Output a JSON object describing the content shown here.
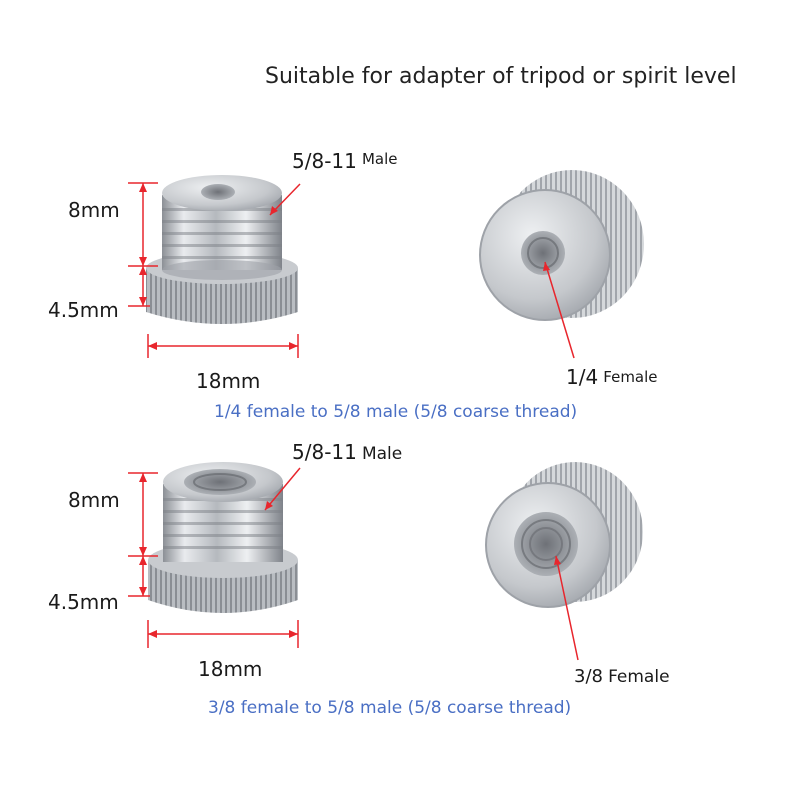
{
  "title": "Suitable for adapter of tripod or spirit level",
  "products": [
    {
      "height_top": "8mm",
      "height_base": "4.5mm",
      "width": "18mm",
      "male_thread": "5/8-11",
      "male_suffix": "Male",
      "female_size": "1/4",
      "female_suffix": "Female",
      "caption": "1/4 female to 5/8 male (5/8 coarse thread)"
    },
    {
      "height_top": "8mm",
      "height_base": "4.5mm",
      "width": "18mm",
      "male_thread": "5/8-11",
      "male_suffix": "Male",
      "female_size": "3/8",
      "female_suffix": "Female",
      "caption": "3/8 female to 5/8 male  (5/8 coarse thread)"
    }
  ],
  "colors": {
    "dimension_line": "#e8262d",
    "caption_text": "#4a6fc4",
    "metal": "#c9ccd0"
  }
}
